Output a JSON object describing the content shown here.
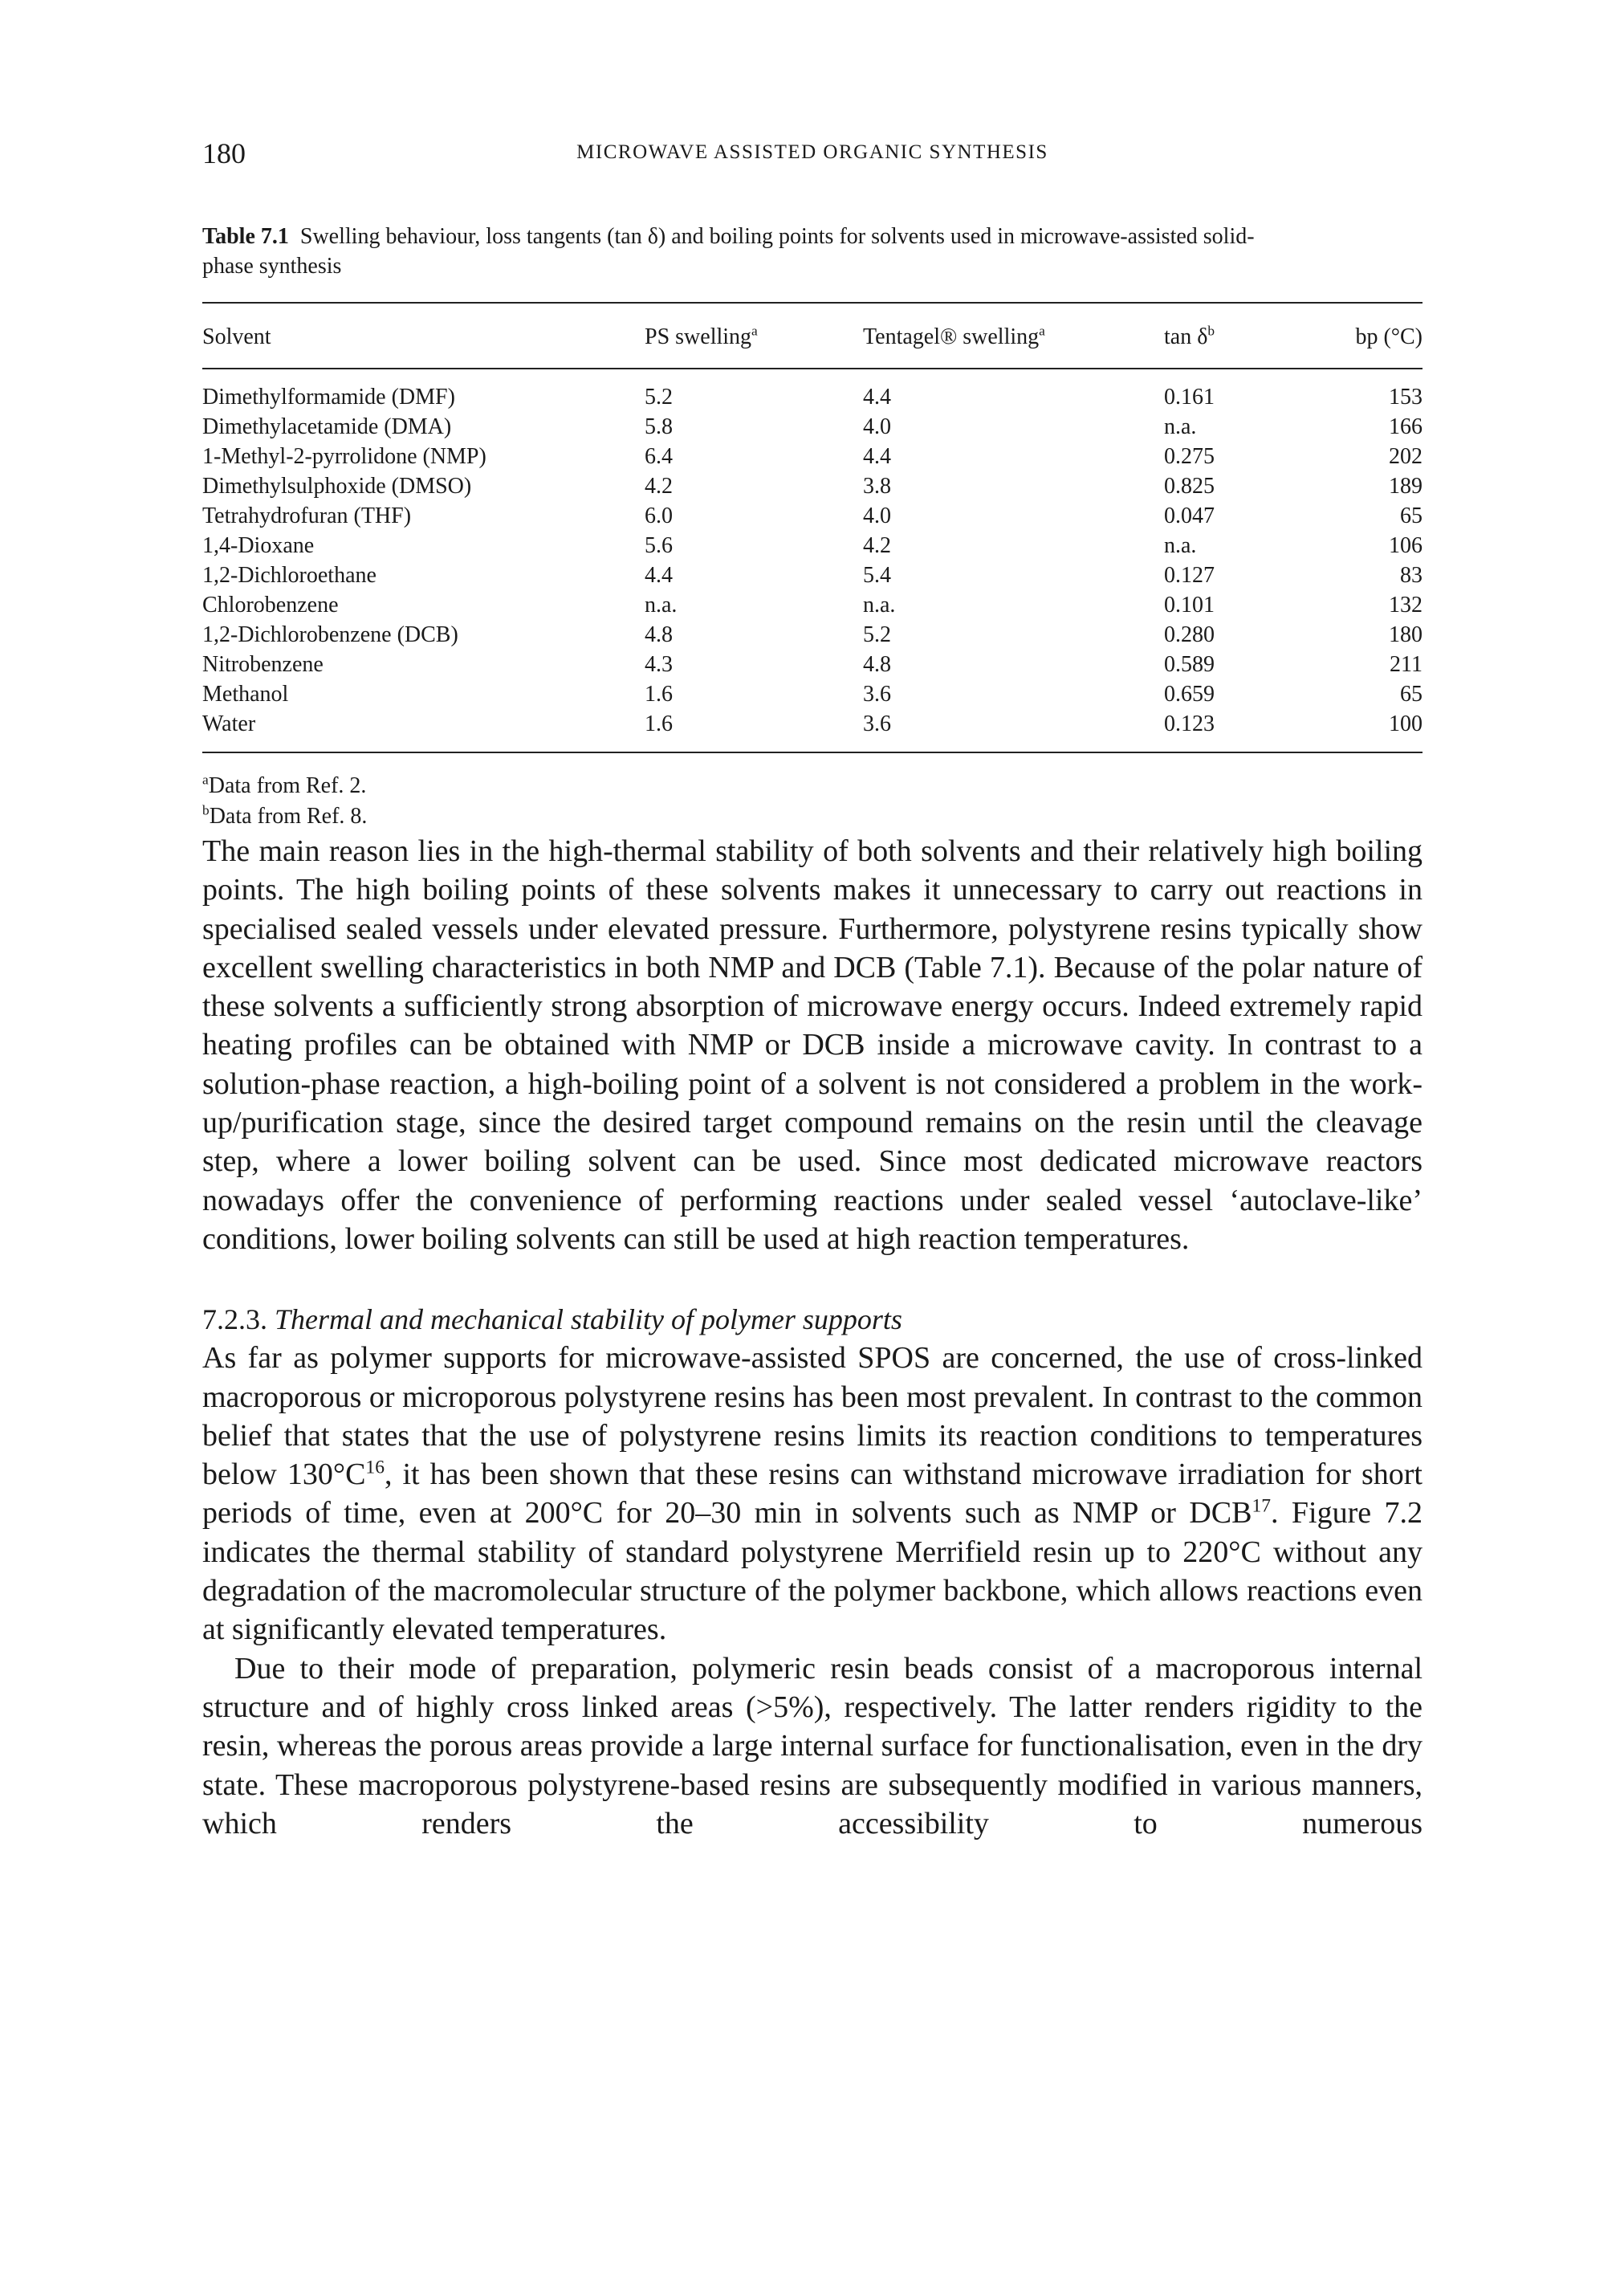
{
  "header": {
    "page_number": "180",
    "running_title": "MICROWAVE ASSISTED ORGANIC SYNTHESIS"
  },
  "table": {
    "caption_label": "Table 7.1",
    "caption_text": "Swelling behaviour, loss tangents (tan δ) and boiling points for solvents used in microwave-assisted solid-phase synthesis",
    "columns": [
      {
        "text": "Solvent",
        "sup": ""
      },
      {
        "text": "PS swelling",
        "sup": "a"
      },
      {
        "text": "Tentagel® swelling",
        "sup": "a"
      },
      {
        "text": "tan δ",
        "sup": "b"
      },
      {
        "text": "bp (°C)",
        "sup": ""
      }
    ],
    "rows": [
      [
        "Dimethylformamide (DMF)",
        "5.2",
        "4.4",
        "0.161",
        "153"
      ],
      [
        "Dimethylacetamide (DMA)",
        "5.8",
        "4.0",
        "n.a.",
        "166"
      ],
      [
        "1-Methyl-2-pyrrolidone (NMP)",
        "6.4",
        "4.4",
        "0.275",
        "202"
      ],
      [
        "Dimethylsulphoxide (DMSO)",
        "4.2",
        "3.8",
        "0.825",
        "189"
      ],
      [
        "Tetrahydrofuran (THF)",
        "6.0",
        "4.0",
        "0.047",
        "65"
      ],
      [
        "1,4-Dioxane",
        "5.6",
        "4.2",
        "n.a.",
        "106"
      ],
      [
        "1,2-Dichloroethane",
        "4.4",
        "5.4",
        "0.127",
        "83"
      ],
      [
        "Chlorobenzene",
        "n.a.",
        "n.a.",
        "0.101",
        "132"
      ],
      [
        "1,2-Dichlorobenzene (DCB)",
        "4.8",
        "5.2",
        "0.280",
        "180"
      ],
      [
        "Nitrobenzene",
        "4.3",
        "4.8",
        "0.589",
        "211"
      ],
      [
        "Methanol",
        "1.6",
        "3.6",
        "0.659",
        "65"
      ],
      [
        "Water",
        "1.6",
        "3.6",
        "0.123",
        "100"
      ]
    ],
    "footnotes": [
      {
        "mark": "a",
        "text": "Data from Ref. 2."
      },
      {
        "mark": "b",
        "text": "Data from Ref. 8."
      }
    ]
  },
  "body": {
    "paragraph1": "The main reason lies in the high-thermal stability of both solvents and their relatively high boiling points. The high boiling points of these solvents makes it unnecessary to carry out reactions in specialised sealed vessels under elevated pressure. Furthermore, polystyrene resins typically show excellent swelling characteristics in both NMP and DCB (Table 7.1). Because of the polar nature of these solvents a sufficiently strong absorption of microwave energy occurs. Indeed extremely rapid heating profiles can be obtained with NMP or DCB inside a microwave cavity. In contrast to a solution-phase reaction, a high-boiling point of a solvent is not considered a problem in the work-up/purification stage, since the desired target compound remains on the resin until the cleavage step, where a lower boiling solvent can be used. Since most dedicated microwave reactors nowadays offer the convenience of performing reactions under sealed vessel ‘autoclave-like’ conditions, lower boiling solvents can still be used at high reaction temperatures.",
    "section_number": "7.2.3.",
    "section_title": "Thermal and mechanical stability of polymer supports",
    "paragraph2": {
      "part1": "As far as polymer supports for microwave-assisted SPOS are concerned, the use of cross-linked macroporous or microporous polystyrene resins has been most prevalent. In contrast to the common belief that states that the use of polystyrene resins limits its reaction conditions to temperatures below 130°C",
      "ref1": "16",
      "part2": ", it has been shown that these resins can withstand microwave irradiation for short periods of time, even at 200°C for 20–30 min in solvents such as NMP or DCB",
      "ref2": "17",
      "part3": ". Figure 7.2 indicates the thermal stability of standard polystyrene Merrifield resin up to 220°C without any degradation of the macromolecular structure of the polymer backbone, which allows reactions even at significantly elevated temperatures."
    },
    "paragraph3": "Due to their mode of preparation, polymeric resin beads consist of a macroporous internal structure and of highly cross linked areas (>5%), respectively. The latter renders rigidity to the resin, whereas the porous areas provide a large internal surface for functionalisation, even in the dry state. These macroporous polystyrene-based resins are subsequently modified in various manners, which renders the accessibility to numerous"
  }
}
